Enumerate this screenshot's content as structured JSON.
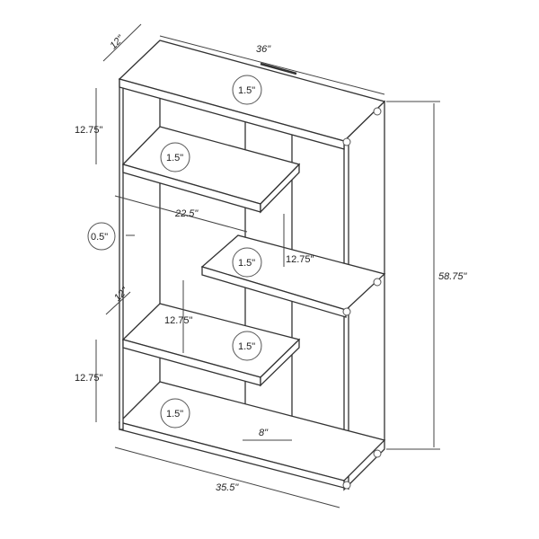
{
  "dimensions": {
    "top_depth": "12\"",
    "top_width": "36\"",
    "height_overall": "58.75\"",
    "bottom_width": "35.5\"",
    "shelf_spacing_top": "12.75\"",
    "shelf_spacing_mid_left": "12.75\"",
    "shelf_spacing_mid_right": "12.75\"",
    "shelf_spacing_bottom": "12.75\"",
    "shelf_length": "22.5\"",
    "shelf_depth": "12\"",
    "side_thickness": "0.5\"",
    "offset": "8\""
  },
  "thickness_callouts": [
    "1.5\"",
    "1.5\"",
    "1.5\"",
    "1.5\"",
    "1.5\""
  ],
  "colors": {
    "line": "#333333",
    "background": "#ffffff"
  }
}
